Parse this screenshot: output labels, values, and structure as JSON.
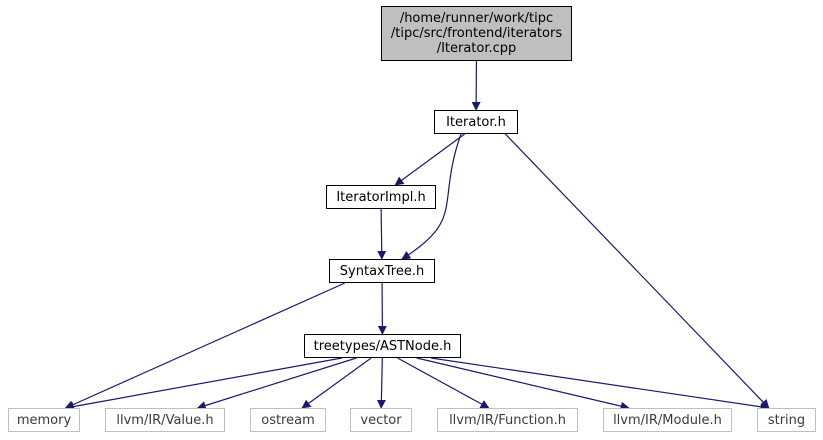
{
  "diagram": {
    "root_lines": [
      "/home/runner/work/tipc",
      "/tipc/src/frontend/iterators",
      "/Iterator.cpp"
    ],
    "nodes": {
      "iterator_h": "Iterator.h",
      "iteratorimpl_h": "IteratorImpl.h",
      "syntaxtree_h": "SyntaxTree.h",
      "astnode_h": "treetypes/ASTNode.h",
      "memory": "memory",
      "value_h": "llvm/IR/Value.h",
      "ostream": "ostream",
      "vector": "vector",
      "function_h": "llvm/IR/Function.h",
      "module_h": "llvm/IR/Module.h",
      "string": "string"
    },
    "edges": [
      [
        "root",
        "iterator_h"
      ],
      [
        "iterator_h",
        "iteratorimpl_h"
      ],
      [
        "iterator_h",
        "syntaxtree_h"
      ],
      [
        "iterator_h",
        "string"
      ],
      [
        "iteratorimpl_h",
        "syntaxtree_h"
      ],
      [
        "syntaxtree_h",
        "astnode_h"
      ],
      [
        "syntaxtree_h",
        "memory"
      ],
      [
        "astnode_h",
        "memory"
      ],
      [
        "astnode_h",
        "value_h"
      ],
      [
        "astnode_h",
        "ostream"
      ],
      [
        "astnode_h",
        "vector"
      ],
      [
        "astnode_h",
        "function_h"
      ],
      [
        "astnode_h",
        "module_h"
      ],
      [
        "astnode_h",
        "string"
      ]
    ],
    "colors": {
      "edge": "#191970",
      "root_fill": "#bfbfbf",
      "border": "#000000",
      "system_border": "#bfbfbf"
    }
  }
}
